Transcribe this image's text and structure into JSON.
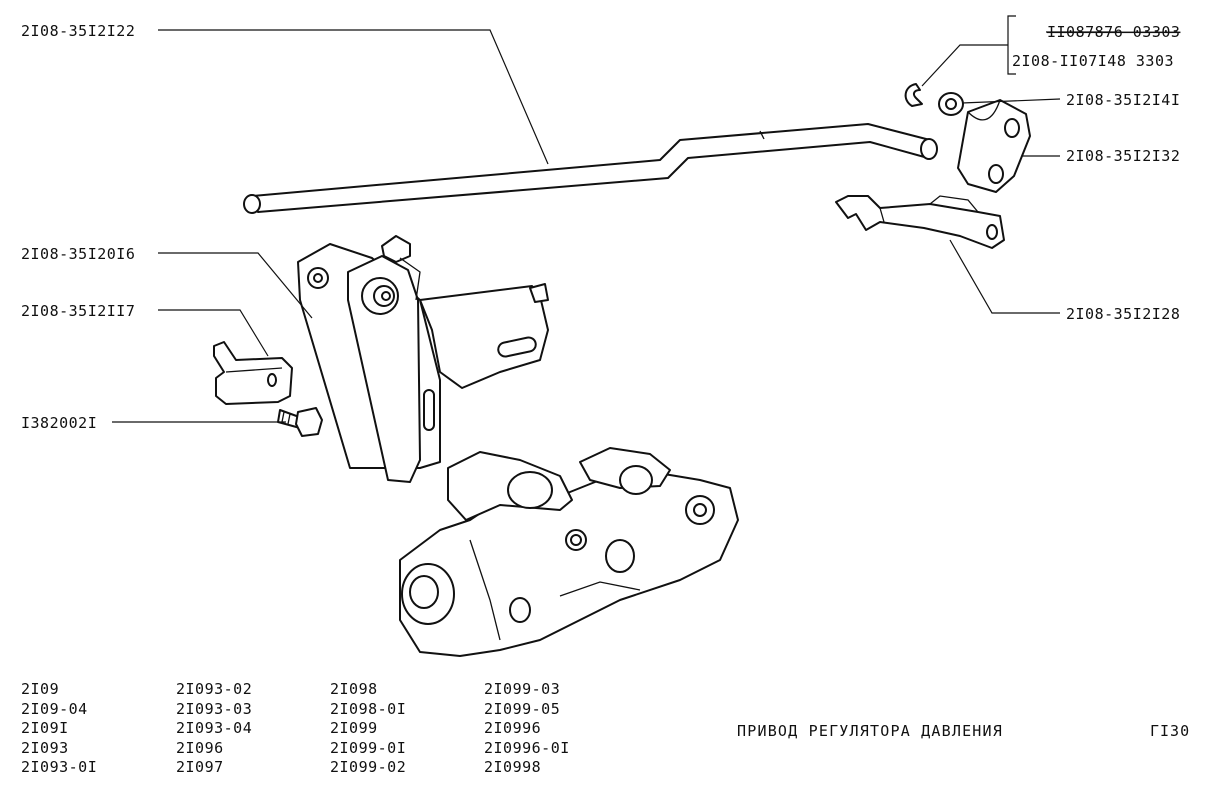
{
  "diagram": {
    "callouts": {
      "rod": "2I08-35I2I22",
      "lever": "2I08-35I20I6",
      "bracket_clip": "2I08-35I2II7",
      "bolt": "I382002I",
      "retainer_old": "II087876 03303",
      "retainer_new": "2I08-II07I48 3303",
      "washer": "2I08-35I2I4I",
      "bushing": "2I08-35I2I32",
      "holder": "2I08-35I2I28"
    },
    "models": {
      "col1": [
        "2I09",
        "2I09-04",
        "2I09I",
        "2I093",
        "2I093-0I"
      ],
      "col2": [
        "2I093-02",
        "2I093-03",
        "2I093-04",
        "2I096",
        "2I097"
      ],
      "col3": [
        "2I098",
        "2I098-0I",
        "2I099",
        "2I099-0I",
        "2I099-02"
      ],
      "col4": [
        "2I099-03",
        "2I099-05",
        "2I0996",
        "2I0996-0I",
        "2I0998"
      ]
    },
    "title": "ПРИВОД РЕГУЛЯТОРА ДАВЛЕНИЯ",
    "page_number": "ГI30"
  }
}
